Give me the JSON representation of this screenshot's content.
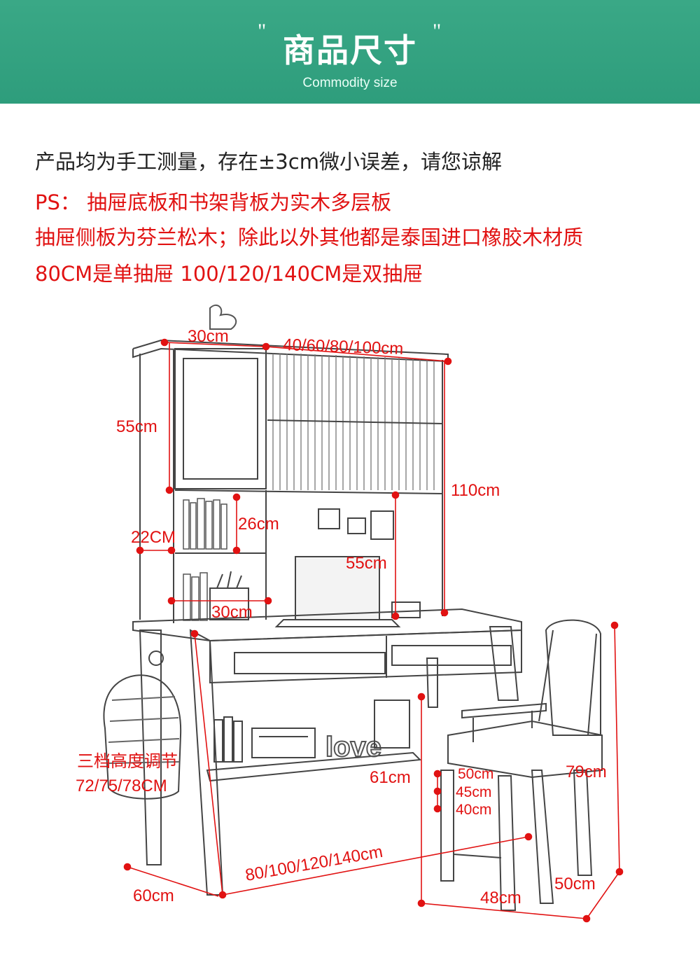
{
  "header": {
    "title": "商品尺寸",
    "subtitle": "Commodity size"
  },
  "notes": {
    "line1": "产品均为手工测量，存在±3cm微小误差，请您谅解",
    "line2": "PS：  抽屉底板和书架背板为实木多层板",
    "line3": "抽屉侧板为芬兰松木；除此以外其他都是泰国进口橡胶木材质",
    "line4": "80CM是单抽屉  100/120/140CM是双抽屉"
  },
  "dimensions": {
    "cabinet_depth": "30cm",
    "shelf_width": "40/60/80/100cm",
    "cabinet_height": "55cm",
    "total_hutch_height": "110cm",
    "shelf_gap": "26cm",
    "shelf_depth": "22CM",
    "back_panel": "55cm",
    "lower_shelf_width": "30cm",
    "height_adjust_label": "三档高度调节",
    "height_adjust_values": "72/75/78CM",
    "desk_height": "61cm",
    "seat_h1": "50cm",
    "seat_h2": "45cm",
    "seat_h3": "40cm",
    "chair_height": "79cm",
    "desk_width": "80/100/120/140cm",
    "desk_depth": "60cm",
    "chair_width": "48cm",
    "chair_depth": "50cm"
  },
  "colors": {
    "banner": "#2e9d7c",
    "accent_red": "#e11212",
    "text": "#222222"
  }
}
